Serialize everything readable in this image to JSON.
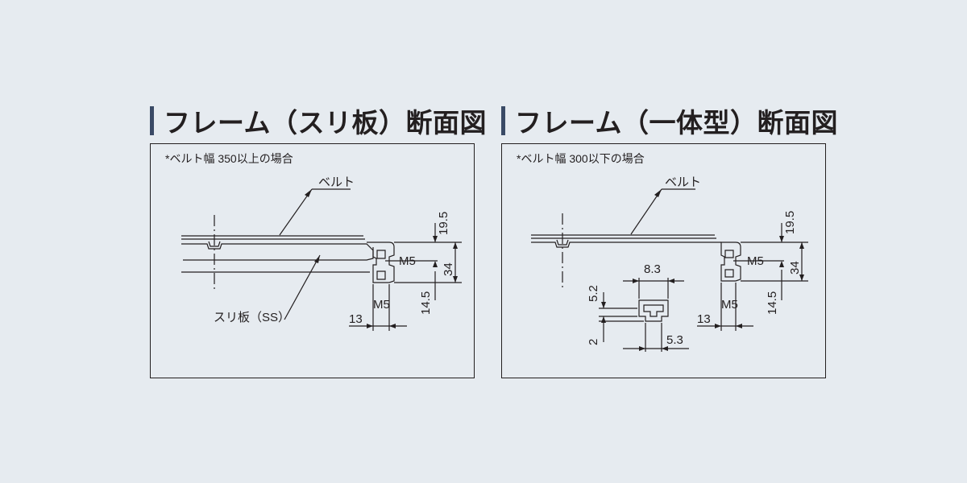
{
  "left": {
    "title": "フレーム（スリ板）断面図",
    "note": "*ベルト幅 350以上の場合",
    "belt_label": "ベルト",
    "plate_label": "スリ板（SS）",
    "dims": {
      "top": "19.5",
      "total": "34",
      "bottom": "14.5",
      "screw_upper": "M5",
      "screw_lower": "M5",
      "offset": "13"
    }
  },
  "right": {
    "title": "フレーム（一体型）断面図",
    "note": "*ベルト幅 300以下の場合",
    "belt_label": "ベルト",
    "dims": {
      "top": "19.5",
      "total": "34",
      "bottom": "14.5",
      "screw_upper": "M5",
      "screw_lower": "M5",
      "offset": "13"
    },
    "slot_dims": {
      "width": "8.3",
      "depth": "5.2",
      "lip": "2",
      "opening": "5.3"
    }
  },
  "colors": {
    "background": "#e6ebf0",
    "title_bar": "#3a4a66",
    "line": "#231f20"
  }
}
